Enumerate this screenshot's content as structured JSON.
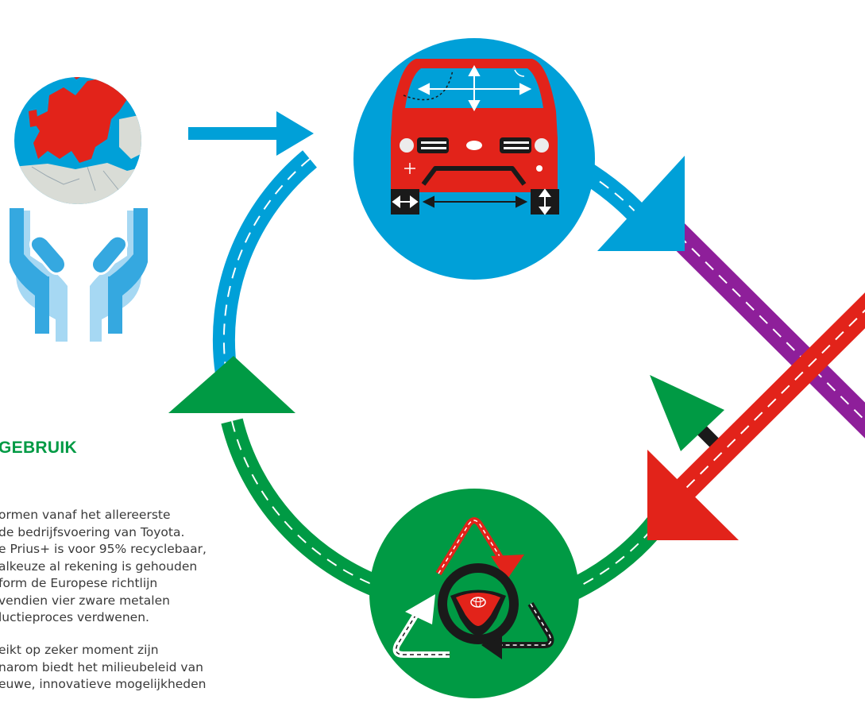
{
  "heading": "GEBRUIK",
  "paragraph_1": [
    "ormen vanaf het allereerste",
    "de bedrijfsvoering van Toyota.",
    "e Prius+ is voor 95% recyclebaar,",
    "alkeuze al rekening is gehouden",
    "form de Europese richtlijn",
    "vendien vier zware metalen",
    "luctieproces verdwenen."
  ],
  "paragraph_2": [
    "eikt op zeker moment zijn",
    "narom biedt het milieubeleid van",
    "euwe, innovatieve mogelijkheden"
  ],
  "icons": [
    "globe-in-hands-icon",
    "car-front-icon",
    "steering-wheel-icon",
    "recycle-arrows-icon",
    "toyota-logo-icon"
  ],
  "colors": {
    "blue": "#00a0d8",
    "green": "#009a44",
    "red": "#e2231a",
    "purple": "#8e1f9a",
    "black": "#1a1a1a",
    "hands": "#35a8e0",
    "hands_light": "#a6d8f3",
    "map_land": "#d9dcd6"
  }
}
